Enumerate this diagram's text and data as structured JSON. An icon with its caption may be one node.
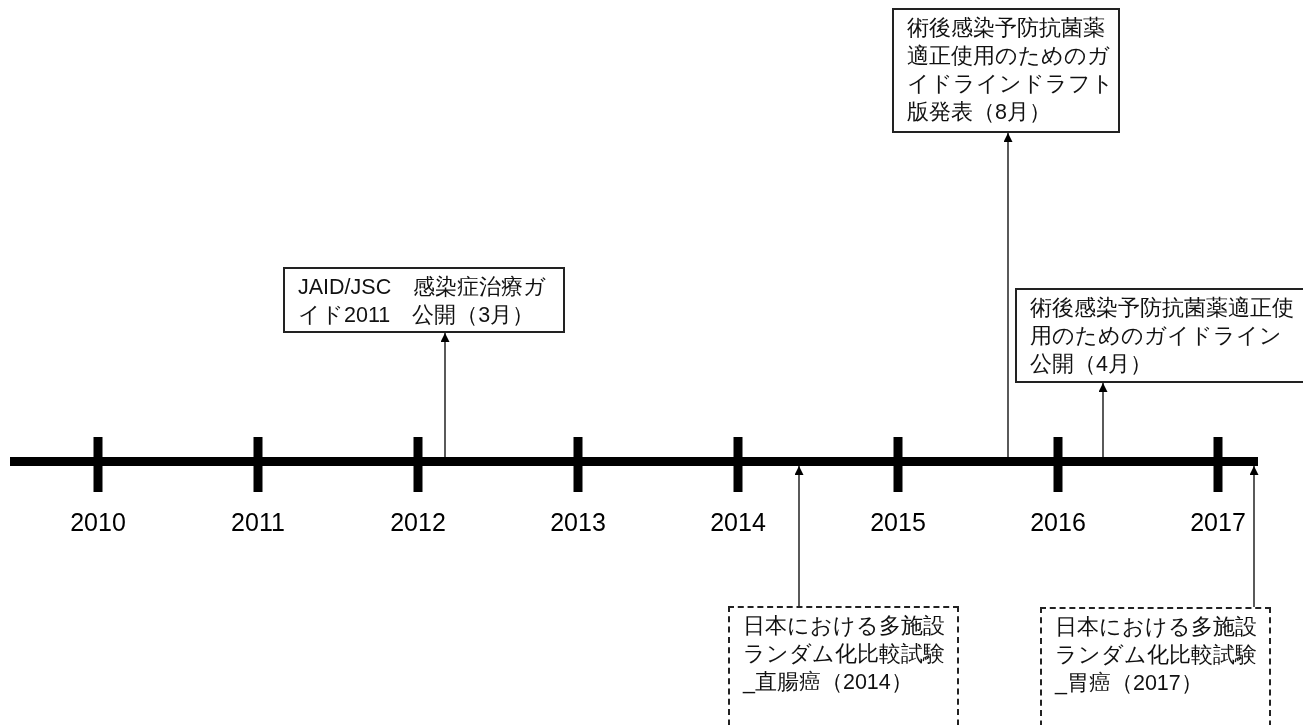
{
  "diagram": {
    "nodes": [
      {
        "text": [
          "術後感染予防抗菌薬適正使用のためのガイドラインドラフト版発表（8月）"
        ]
      },
      {
        "text": [
          "JAID/JSC　感染症治療ガイド2011　公開（3月）"
        ]
      },
      {
        "text": [
          "術後感染予防抗菌薬適正使用のためのガイドライン公開（4月）"
        ]
      },
      {
        "text": [],
        "shape": "bar"
      },
      {
        "text": [
          "日本における多施設ランダム化比較試験_直腸癌（2014）"
        ]
      },
      {
        "text": [
          "日本における多施設ランダム化比較試験_胃癌（2017）"
        ]
      }
    ],
    "edges": [
      {
        "from": 3,
        "to": 1,
        "arrow": "to"
      },
      {
        "from": 3,
        "to": 0,
        "arrow": "to"
      },
      {
        "from": 3,
        "to": 2,
        "arrow": "to"
      },
      {
        "from": 4,
        "to": 3,
        "arrow": "to"
      },
      {
        "from": 5,
        "to": 3,
        "arrow": "to"
      }
    ],
    "labels": [
      "2010",
      "2011",
      "2012",
      "2013",
      "2014",
      "2015",
      "2016",
      "2017"
    ]
  }
}
